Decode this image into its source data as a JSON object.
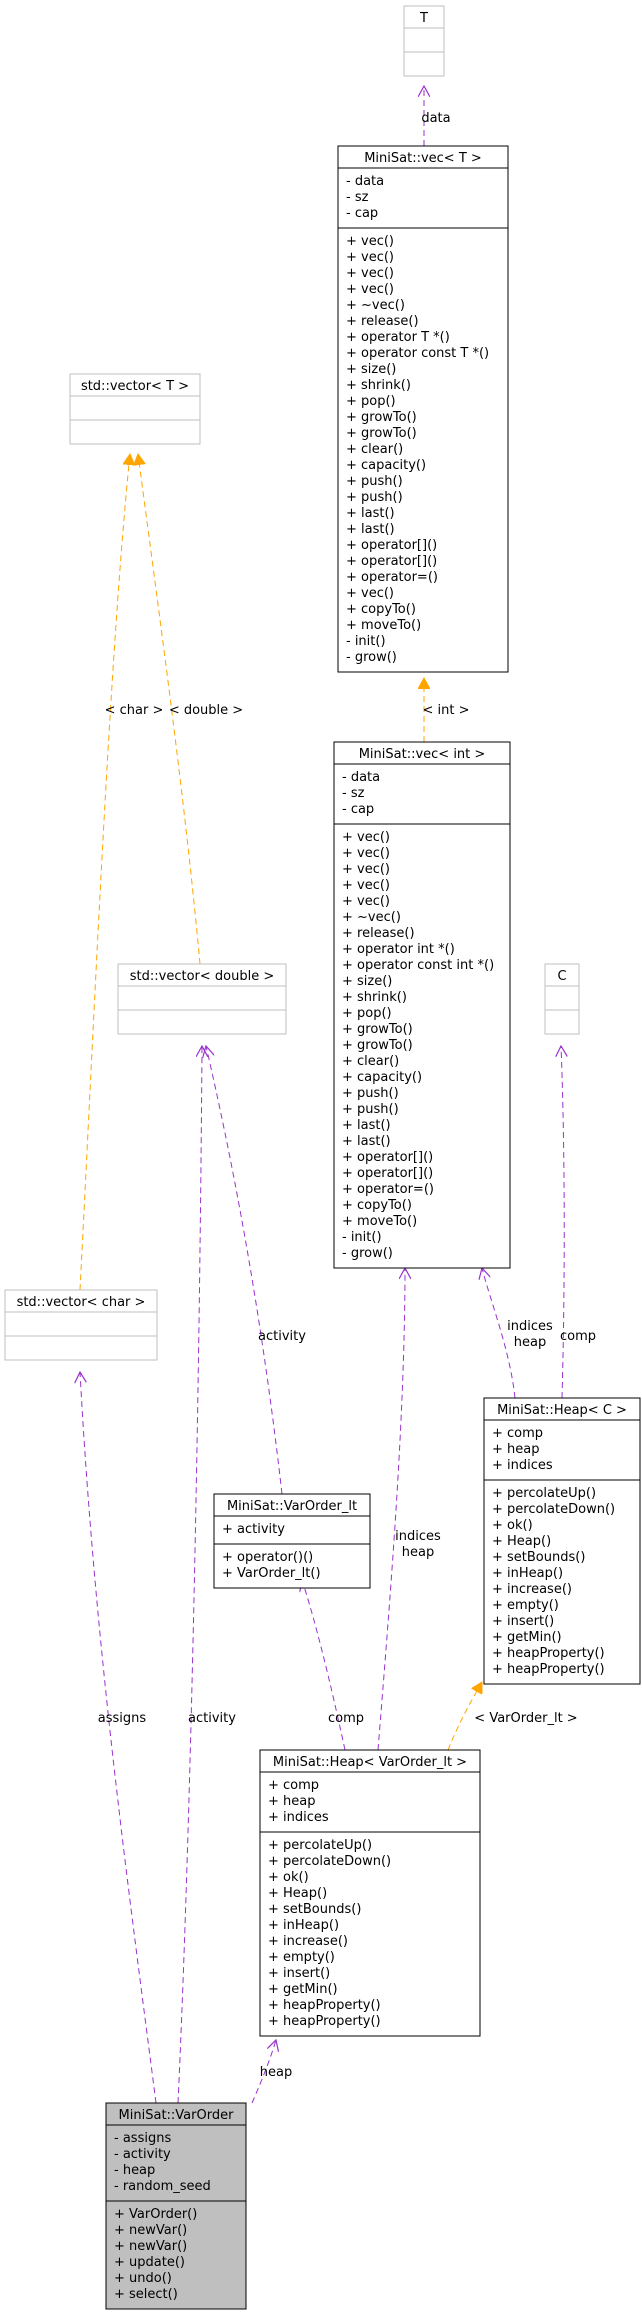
{
  "classes": {
    "vec_t": {
      "title": "MiniSat::vec< T >",
      "attributes": [
        "- data",
        "- sz",
        "- cap"
      ],
      "methods": [
        "+ vec()",
        "+ vec()",
        "+ vec()",
        "+ vec()",
        "+ ~vec()",
        "+ release()",
        "+ operator T *()",
        "+ operator const T *()",
        "+ size()",
        "+ shrink()",
        "+ pop()",
        "+ growTo()",
        "+ growTo()",
        "+ clear()",
        "+ capacity()",
        "+ push()",
        "+ push()",
        "+ last()",
        "+ last()",
        "+ operator[]()",
        "+ operator[]()",
        "+ operator=()",
        "+ vec()",
        "+ copyTo()",
        "+ moveTo()",
        "- init()",
        "- grow()"
      ]
    },
    "t_param": {
      "title": "T",
      "attributes": [],
      "methods": []
    },
    "vector_t": {
      "title": "std::vector< T >",
      "attributes": [],
      "methods": []
    },
    "vec_int": {
      "title": "MiniSat::vec< int >",
      "attributes": [
        "- data",
        "- sz",
        "- cap"
      ],
      "methods": [
        "+ vec()",
        "+ vec()",
        "+ vec()",
        "+ vec()",
        "+ vec()",
        "+ ~vec()",
        "+ release()",
        "+ operator int *()",
        "+ operator const int *()",
        "+ size()",
        "+ shrink()",
        "+ pop()",
        "+ growTo()",
        "+ growTo()",
        "+ clear()",
        "+ capacity()",
        "+ push()",
        "+ push()",
        "+ last()",
        "+ last()",
        "+ operator[]()",
        "+ operator[]()",
        "+ operator=()",
        "+ copyTo()",
        "+ moveTo()",
        "- init()",
        "- grow()"
      ]
    },
    "vector_double": {
      "title": "std::vector< double >",
      "attributes": [],
      "methods": []
    },
    "c_param": {
      "title": "C",
      "attributes": [],
      "methods": []
    },
    "vector_char": {
      "title": "std::vector< char >",
      "attributes": [],
      "methods": []
    },
    "heap_c": {
      "title": "MiniSat::Heap< C >",
      "attributes": [
        "+ comp",
        "+ heap",
        "+ indices"
      ],
      "methods": [
        "+ percolateUp()",
        "+ percolateDown()",
        "+ ok()",
        "+ Heap()",
        "+ setBounds()",
        "+ inHeap()",
        "+ increase()",
        "+ empty()",
        "+ insert()",
        "+ getMin()",
        "+ heapProperty()",
        "+ heapProperty()"
      ]
    },
    "varorder_lt": {
      "title": "MiniSat::VarOrder_lt",
      "attributes": [
        "+ activity"
      ],
      "methods": [
        "+ operator()()",
        "+ VarOrder_lt()"
      ]
    },
    "heap_varorder": {
      "title": "MiniSat::Heap< VarOrder_lt >",
      "attributes": [
        "+ comp",
        "+ heap",
        "+ indices"
      ],
      "methods": [
        "+ percolateUp()",
        "+ percolateDown()",
        "+ ok()",
        "+ Heap()",
        "+ setBounds()",
        "+ inHeap()",
        "+ increase()",
        "+ empty()",
        "+ insert()",
        "+ getMin()",
        "+ heapProperty()",
        "+ heapProperty()"
      ]
    },
    "varorder": {
      "title": "MiniSat::VarOrder",
      "attributes": [
        "- assigns",
        "- activity",
        "- heap",
        "- random_seed"
      ],
      "methods": [
        "+ VarOrder()",
        "+ newVar()",
        "+ newVar()",
        "+ update()",
        "+ undo()",
        "+ select()"
      ]
    }
  },
  "edge_labels": {
    "data": "data",
    "int": "< int >",
    "char": "< char >",
    "double": "< double >",
    "activity_lt": "activity",
    "indices_heap_c": "indices\nheap",
    "comp_c": "comp",
    "indices_heap_v": "indices\nheap",
    "varorder_lt_tmpl": "< VarOrder_lt >",
    "comp_v": "comp",
    "assigns": "assigns",
    "activity_vo": "activity",
    "heap": "heap"
  },
  "colors": {
    "usage": "#9a32cd",
    "template": "#ffa500",
    "highlight_fill": "#bfbfbf",
    "box_border": "#000000",
    "empty_border": "#bfbfbf"
  }
}
